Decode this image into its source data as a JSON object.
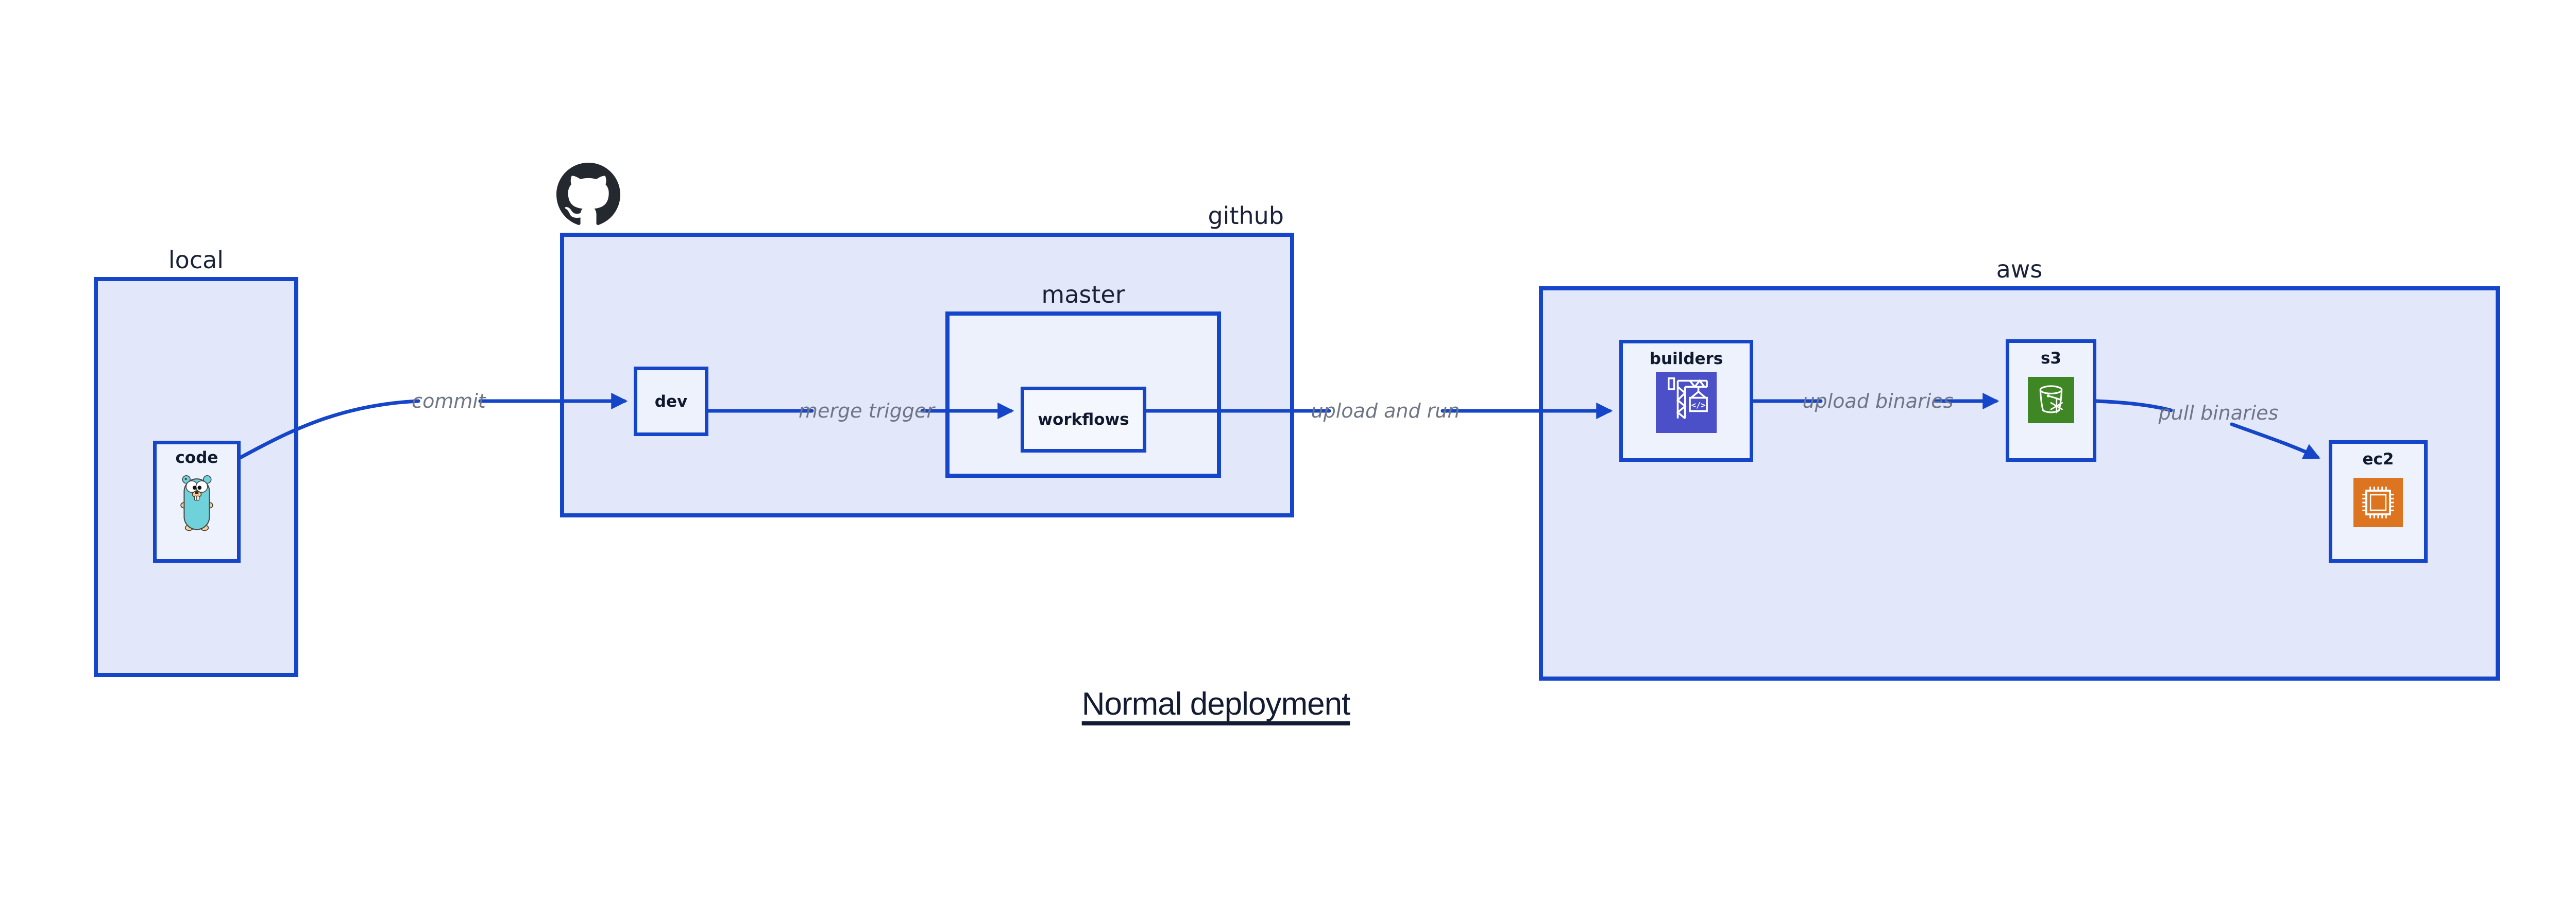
{
  "diagram": {
    "title": "Normal deployment",
    "containers": {
      "local": {
        "label": "local"
      },
      "github": {
        "label": "github"
      },
      "master": {
        "label": "master"
      },
      "aws": {
        "label": "aws"
      }
    },
    "nodes": {
      "code": {
        "label": "code",
        "icon": "go-gopher-icon"
      },
      "dev": {
        "label": "dev"
      },
      "workflows": {
        "label": "workflows"
      },
      "builders": {
        "label": "builders",
        "icon": "aws-codebuild-crane-icon",
        "icon_text": "</>"
      },
      "s3": {
        "label": "s3",
        "icon": "aws-s3-bucket-snowflake-icon"
      },
      "ec2": {
        "label": "ec2",
        "icon": "aws-ec2-chip-icon"
      }
    },
    "edges": {
      "commit": {
        "label": "commit"
      },
      "merge_trigger": {
        "label": "merge trigger"
      },
      "upload_and_run": {
        "label": "upload and run"
      },
      "upload_binaries": {
        "label": "upload binaries"
      },
      "pull_binaries": {
        "label": "pull binaries"
      }
    },
    "logo": {
      "name": "github-octocat-logo"
    },
    "colors": {
      "edge_blue": "#1545c8",
      "container_fill": "#e2e8fa",
      "node_fill": "#eef2fc",
      "workflows_fill": "#f5f7fe",
      "codebuild_purple": "#4b50c8",
      "s3_green": "#3f8624",
      "ec2_orange": "#dd7520",
      "octocat_black": "#24292f",
      "gopher_teal": "#6fd2da",
      "edge_label_gray": "#6e7585",
      "text_navy": "#131b33"
    }
  }
}
